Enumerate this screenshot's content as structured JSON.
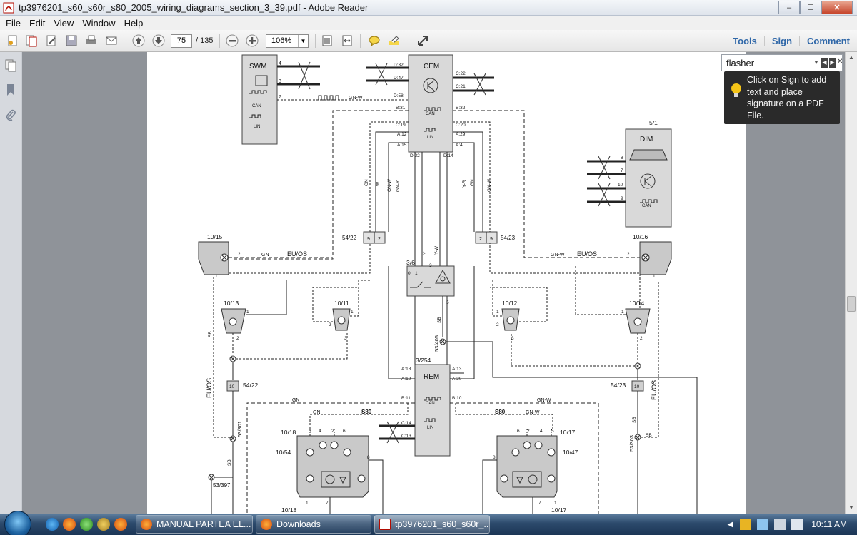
{
  "window": {
    "title": "tp3976201_s60_s60r_s80_2005_wiring_diagrams_section_3_39.pdf - Adobe Reader",
    "controls": {
      "minimize": "–",
      "maximize": "☐",
      "close": "✕"
    }
  },
  "menu": [
    "File",
    "Edit",
    "View",
    "Window",
    "Help"
  ],
  "toolbar": {
    "page_current": "75",
    "page_total": "/ 135",
    "zoom": "106%",
    "right_links": [
      "Tools",
      "Sign",
      "Comment"
    ]
  },
  "find": {
    "value": "flasher",
    "tooltip": "Click on Sign to add text and place signature on a PDF File."
  },
  "diagram": {
    "labels": {
      "swm": "SWM",
      "swm_4": "4",
      "swm_3": "3",
      "swm_7": "7",
      "swm_can": "CAN",
      "swm_lin": "LIN",
      "gnw_top": "GN-W",
      "cem": "CEM",
      "cem_d32": "D:32",
      "cem_d47": "D:47",
      "cem_d58": "D:58",
      "cem_b31": "B:31",
      "cem_c19": "C:19",
      "cem_a12": "A:12",
      "cem_a15": "A:15",
      "cem_d22": "D:22",
      "cem_d14": "D:14",
      "cem_c22": "C:22",
      "cem_c21": "C:21",
      "cem_b32": "B:32",
      "cem_c20": "C:20",
      "cem_a29": "A:29",
      "cem_a4": "A:4",
      "cem_can": "CAN",
      "cem_lin": "LIN",
      "dim_num": "5/1",
      "dim": "DIM",
      "dim_8": "8",
      "dim_7": "7",
      "dim_10": "10",
      "dim_9": "9",
      "dim_can": "CAN",
      "w_gn1": "GN",
      "w_w1": "W",
      "w_gnw1": "GN-W",
      "w_gny": "GN-Y",
      "w_yr": "Y-R",
      "w_gn2": "GN",
      "w_gnw2": "GN-W",
      "c5422": "54/22",
      "c5422_9": "9",
      "c5422_2": "2",
      "c5423": "54/23",
      "c5423_2": "2",
      "c5423_9": "9",
      "l1015": "10/15",
      "l1015_2": "2",
      "l1015_1": "1",
      "gn_euos": "GN",
      "euos_l": "EU/OS",
      "l1016": "10/16",
      "l1016_2": "2",
      "l1016_1": "1",
      "gnw_euos": "GN-W",
      "euos_r": "EU/OS",
      "s36": "3/6",
      "s36_0": "0",
      "s36_1": "1",
      "s36_3": "3",
      "s36_5": "5",
      "w_y": "Y",
      "w_yw": "Y-W",
      "w_sb_mid": "SB",
      "l1013": "10/13",
      "l1013_1": "1",
      "l1013_2": "2",
      "l1011": "10/11",
      "l1011_1": "1",
      "l1011_2": "2",
      "l1011_3": "3",
      "l1012": "10/12",
      "l1012_1": "1",
      "l1012_2": "2",
      "l1012_3": "3",
      "l1014": "10/14",
      "l1014_1": "1",
      "l1014_2": "2",
      "s53405": "53/405",
      "sb_left": "SB",
      "euos_vl": "EU/OS",
      "b5422b": "54/22",
      "b5422b_10": "10",
      "b5423b": "54/23",
      "b5423b_10": "10",
      "euos_vr": "EU/OS",
      "rem_num": "3/254",
      "rem": "REM",
      "rem_a18": "A:18",
      "rem_a19": "A:19",
      "rem_a13": "A:13",
      "rem_a20": "A:20",
      "rem_b11": "B:11",
      "rem_b10": "B:10",
      "rem_c14": "C:14",
      "rem_c13": "C:13",
      "rem_can": "CAN",
      "rem_lin": "LIN",
      "gn_bl": "GN",
      "gnw_br": "GN-W",
      "gn_s80l": "GN",
      "s80_l": "S80",
      "s80_r": "S80",
      "gnw_s80r": "GN-W",
      "s53301": "53/301",
      "sb_l2": "SB",
      "s53397": "53/397",
      "s53303": "53/303",
      "sb_r1": "SB",
      "sb_r2": "SB",
      "l1018": "10/18",
      "l1054": "10/54",
      "ll_5": "5",
      "ll_4": "4",
      "ll_2": "2",
      "ll_6": "6",
      "ll_8": "8",
      "ll_1": "1",
      "ll_7": "7",
      "l1018b": "10/18",
      "l1017": "10/17",
      "l1047": "10/47",
      "lr_6": "6",
      "lr_2": "2",
      "lr_4": "4",
      "lr_5": "5",
      "lr_8": "8",
      "lr_7": "7",
      "lr_1": "1",
      "l1017b": "10/17"
    }
  },
  "taskbar": {
    "items": [
      {
        "label": "MANUAL PARTEA EL..."
      },
      {
        "label": "Downloads"
      },
      {
        "label": "tp3976201_s60_s60r_..."
      }
    ],
    "clock": "10:11 AM"
  }
}
